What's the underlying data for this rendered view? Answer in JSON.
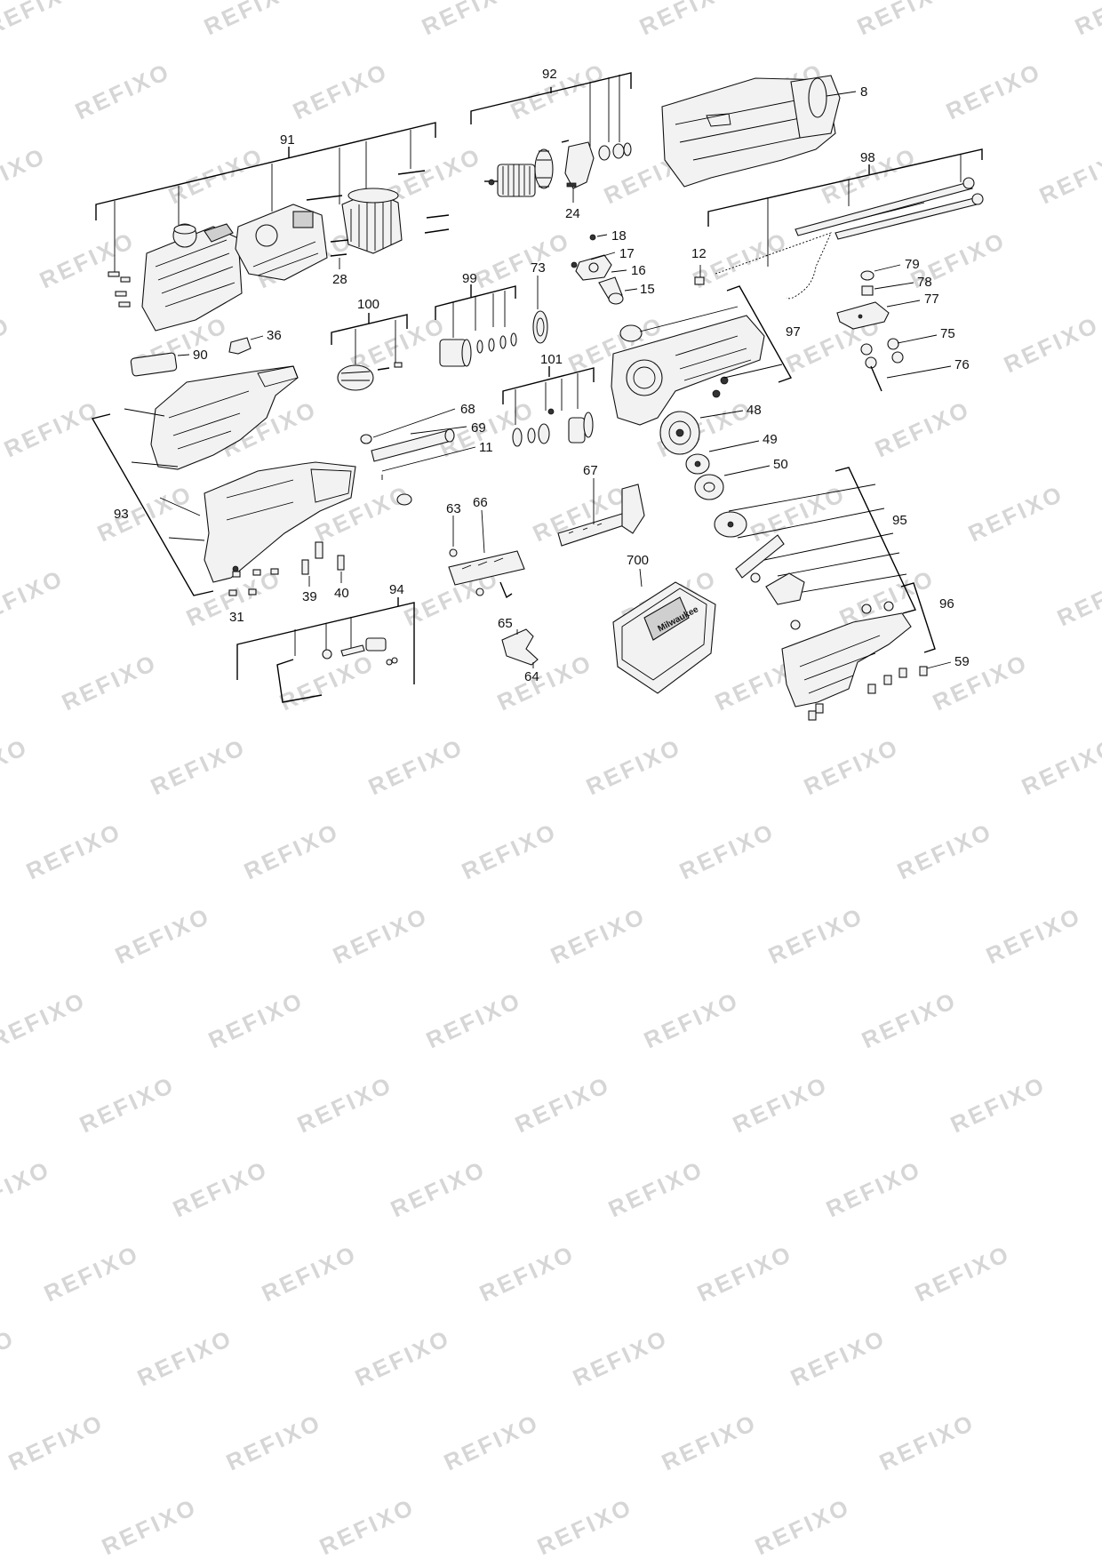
{
  "watermark": "REFIXO",
  "callouts": {
    "c8": "8",
    "c91": "91",
    "c92": "92",
    "c98": "98",
    "c24": "24",
    "c28": "28",
    "c18": "18",
    "c17": "17",
    "c16": "16",
    "c15": "15",
    "c12": "12",
    "c79": "79",
    "c78": "78",
    "c77": "77",
    "c75": "75",
    "c76": "76",
    "c99": "99",
    "c73": "73",
    "c100": "100",
    "c97": "97",
    "c90": "90",
    "c36": "36",
    "c101": "101",
    "c68": "68",
    "c69": "69",
    "c11": "11",
    "c48": "48",
    "c49": "49",
    "c50": "50",
    "c93": "93",
    "c67": "67",
    "c95": "95",
    "c63": "63",
    "c66": "66",
    "c700": "700",
    "c39": "39",
    "c40": "40",
    "c31": "31",
    "c94": "94",
    "c65": "65",
    "c64": "64",
    "c96": "96",
    "c59": "59"
  },
  "case_brand": "Milwaukee"
}
